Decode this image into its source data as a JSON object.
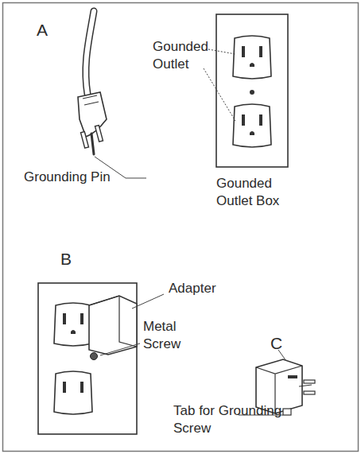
{
  "diagram": {
    "labels": [
      "A",
      "Gounded Outlet",
      "Grounding Pin",
      "Gounded Outlet Box",
      "B",
      "Adapter",
      "Metal Screw",
      "C",
      "Tab for Grounding Screw"
    ]
  }
}
